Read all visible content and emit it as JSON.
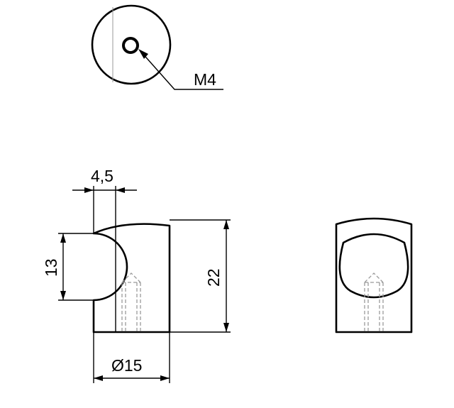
{
  "dimensions": {
    "thread": "M4",
    "offset": "4,5",
    "recess_height": "13",
    "height": "22",
    "diameter": "Ø15"
  },
  "colors": {
    "line": "#000000",
    "hidden_line": "#9a9a9a",
    "background": "#ffffff"
  }
}
